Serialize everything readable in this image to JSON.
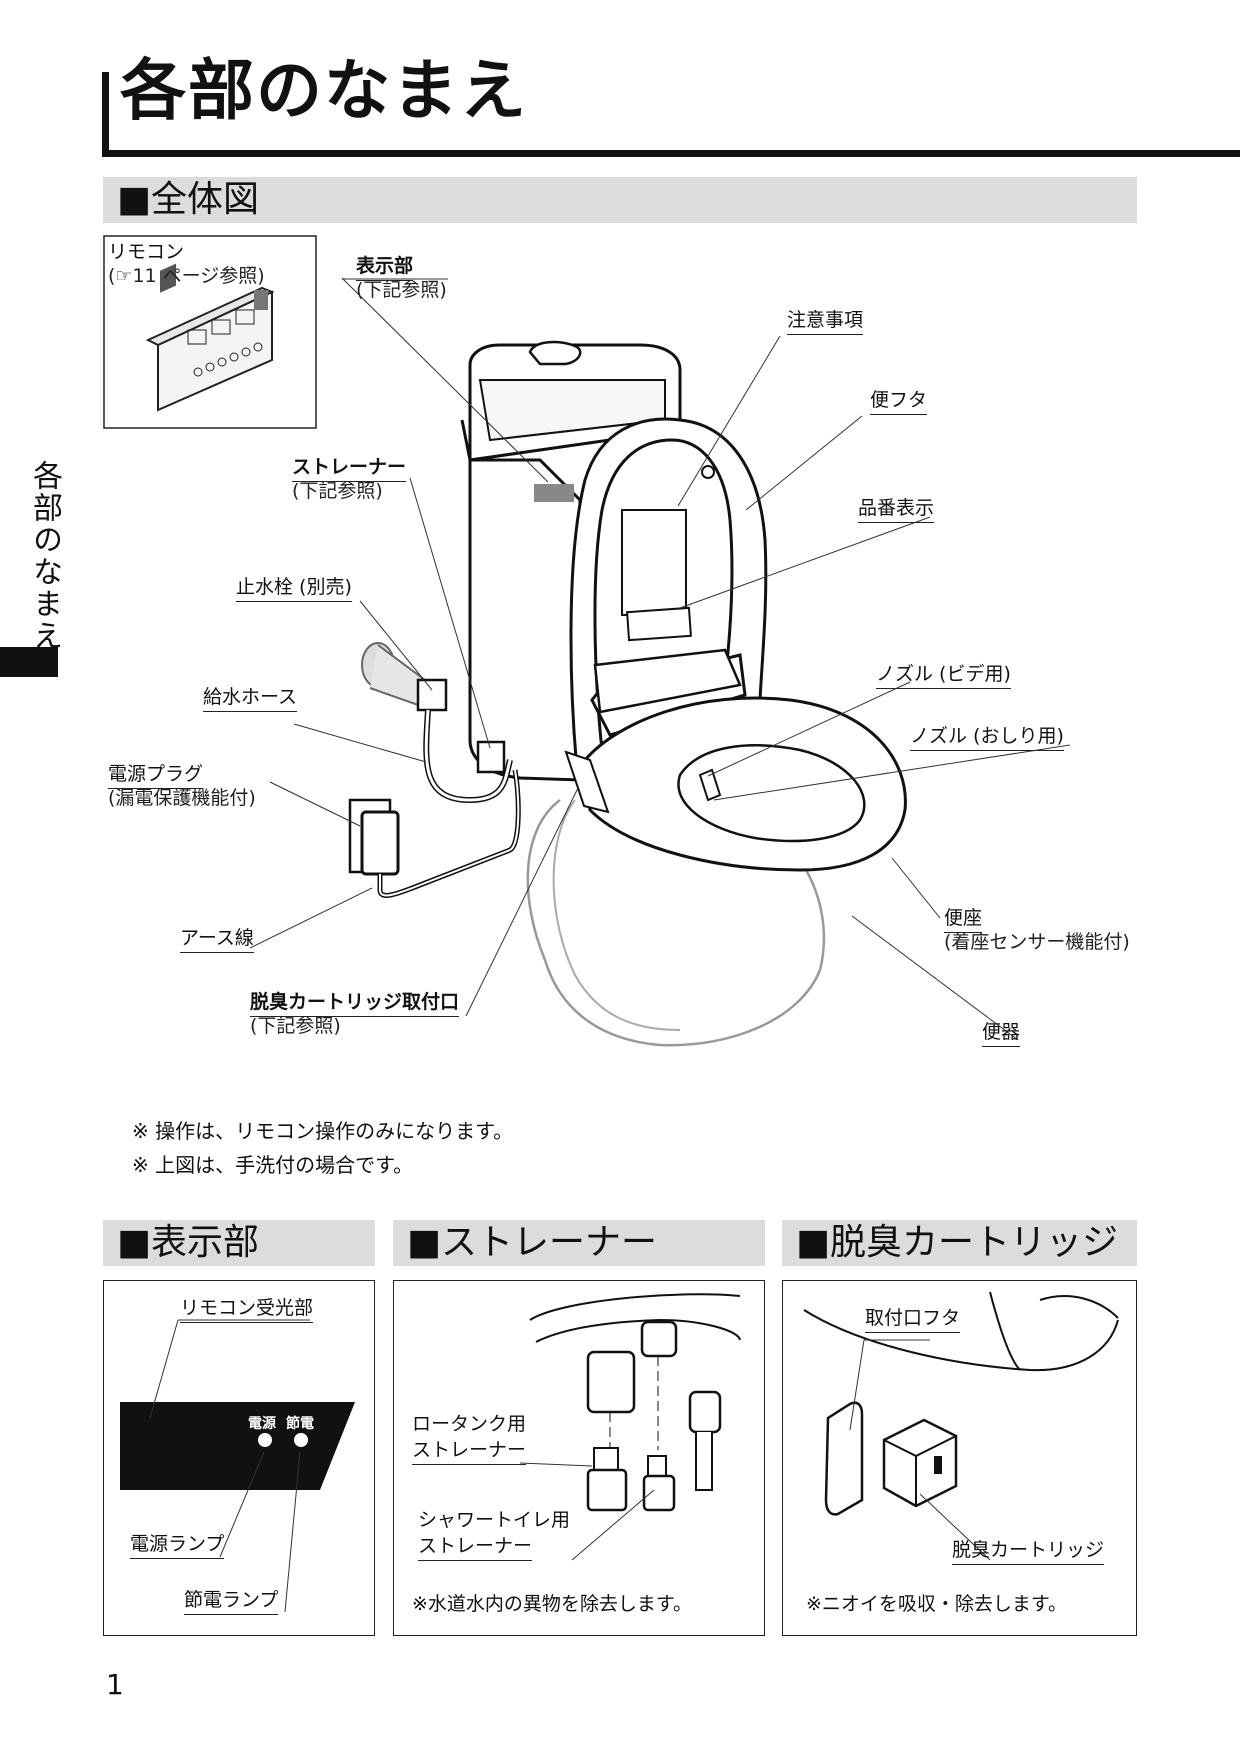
{
  "page_title": "各部のなまえ",
  "side_tab": "各部のなまえ",
  "overview": {
    "heading": "■全体図",
    "remote": {
      "title": "リモコン",
      "ref": "(☞11 ページ参照)"
    },
    "labels": {
      "display": "表示部",
      "display_ref": "(下記参照)",
      "caution": "注意事項",
      "lid": "便フタ",
      "model": "品番表示",
      "strainer": "ストレーナー",
      "strainer_ref": "(下記参照)",
      "valve": "止水栓 (別売)",
      "hose": "給水ホース",
      "nozzle_bidet": "ノズル (ビデ用)",
      "nozzle_oshiri": "ノズル (おしり用)",
      "plug": "電源プラグ",
      "plug_sub": "(漏電保護機能付)",
      "seat": "便座",
      "seat_sub": "(着座センサー機能付)",
      "earth": "アース線",
      "cartridge_port": "脱臭カートリッジ取付口",
      "cartridge_port_ref": "(下記参照)",
      "bowl": "便器"
    },
    "notes": [
      "※ 操作は、リモコン操作のみになります。",
      "※ 上図は、手洗付の場合です。"
    ]
  },
  "display_section": {
    "heading": "■表示部",
    "receiver": "リモコン受光部",
    "panel_power": "電源",
    "panel_save": "節電",
    "power_lamp": "電源ランプ",
    "save_lamp": "節電ランプ"
  },
  "strainer_section": {
    "heading": "■ストレーナー",
    "low_tank": [
      "ロータンク用",
      "ストレーナー"
    ],
    "shower": [
      "シャワートイレ用",
      "ストレーナー"
    ],
    "note": "※水道水内の異物を除去します。"
  },
  "cartridge_section": {
    "heading": "■脱臭カートリッジ",
    "port_lid": "取付口フタ",
    "cartridge": "脱臭カートリッジ",
    "note": "※ニオイを吸収・除去します。"
  },
  "page_number": "1"
}
